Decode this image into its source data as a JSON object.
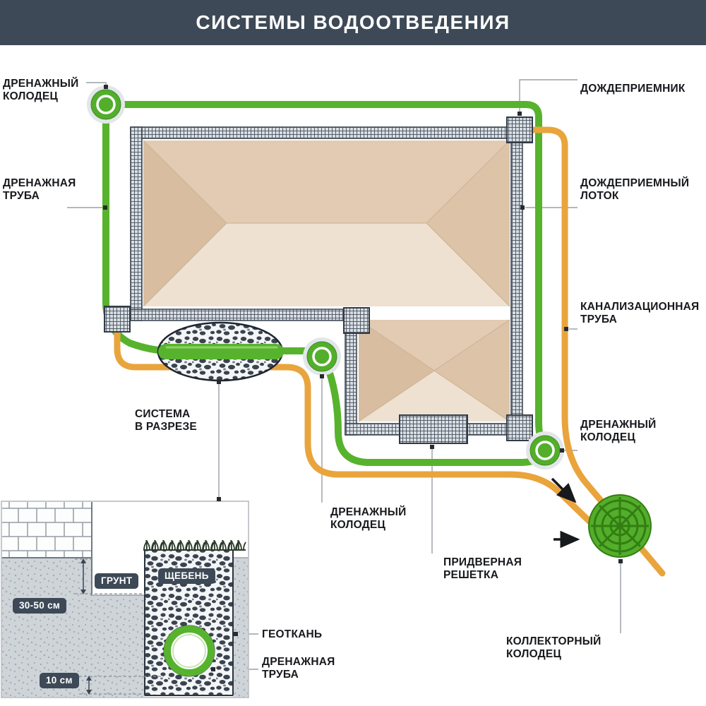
{
  "header": {
    "title": "СИСТЕМЫ ВОДООТВЕДЕНИЯ"
  },
  "colors": {
    "header-bg": "#3e4957",
    "pipe-green": "#57b32d",
    "pipe-orange": "#e9a43c",
    "well-green": "#52ae2b",
    "well-dark-green": "#347d12",
    "mesh-dark": "#46515e",
    "mesh-light": "#d9dee3",
    "roof-light": "#eee1d1",
    "roof-mid": "#e2cbb2",
    "roof-dark": "#d8bda1",
    "roof-dark2": "#ddc3a8",
    "label-text": "#17191d",
    "leader": "#9aa0a6",
    "badge-bg": "#3e4957",
    "soil-gray": "#cfd4d9",
    "stone-dark": "#3a4450"
  },
  "labels": {
    "drain_well_tl": {
      "line1": "ДРЕНАЖНЫЙ",
      "line2": "КОЛОДЕЦ"
    },
    "rain_inlet": {
      "line1": "ДОЖДЕПРИЕМНИК"
    },
    "drain_pipe_left": {
      "line1": "ДРЕНАЖНАЯ",
      "line2": "ТРУБА"
    },
    "rain_tray": {
      "line1": "ДОЖДЕПРИЕМНЫЙ",
      "line2": "ЛОТОК"
    },
    "sewer_pipe": {
      "line1": "КАНАЛИЗАЦИОННАЯ",
      "line2": "ТРУБА"
    },
    "drain_well_right": {
      "line1": "ДРЕНАЖНЫЙ",
      "line2": "КОЛОДЕЦ"
    },
    "section_view": {
      "line1": "СИСТЕМА",
      "line2": "В РАЗРЕЗЕ"
    },
    "drain_well_bottom": {
      "line1": "ДРЕНАЖНЫЙ",
      "line2": "КОЛОДЕЦ"
    },
    "door_grate": {
      "line1": "ПРИДВЕРНАЯ",
      "line2": "РЕШЕТКА"
    },
    "geotextile": {
      "line1": "ГЕОТКАНЬ"
    },
    "drain_pipe_section": {
      "line1": "ДРЕНАЖНАЯ",
      "line2": "ТРУБА"
    },
    "collector_well": {
      "line1": "КОЛЛЕКТОРНЫЙ",
      "line2": "КОЛОДЕЦ"
    }
  },
  "section_panel": {
    "soil_badge": "ГРУНТ",
    "gravel_badge": "ЩЕБЕНЬ",
    "depth_badge": "30-50 см",
    "bottom_badge": "10 см"
  }
}
